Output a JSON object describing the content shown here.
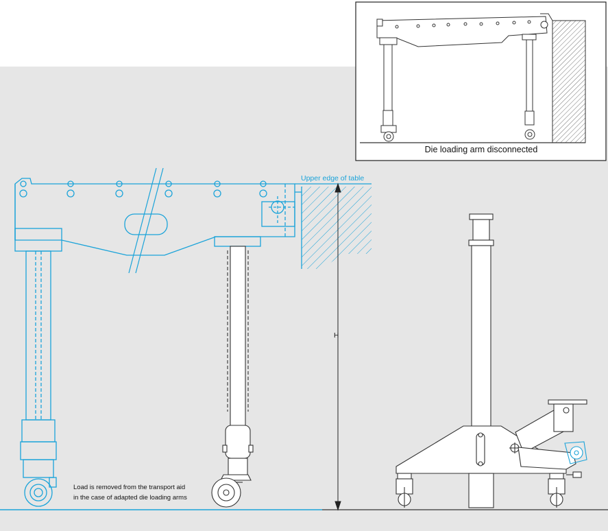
{
  "inset": {
    "caption": "Die loading arm disconnected"
  },
  "labels": {
    "upper_edge": "Upper edge of table",
    "height": "H",
    "note_line1": "Load is removed from the transport aid",
    "note_line2": "in the case of adapted die loading arms"
  },
  "colors": {
    "blue": "#1aa3d9",
    "dark": "#222222",
    "panel": "#e6e6e6"
  }
}
